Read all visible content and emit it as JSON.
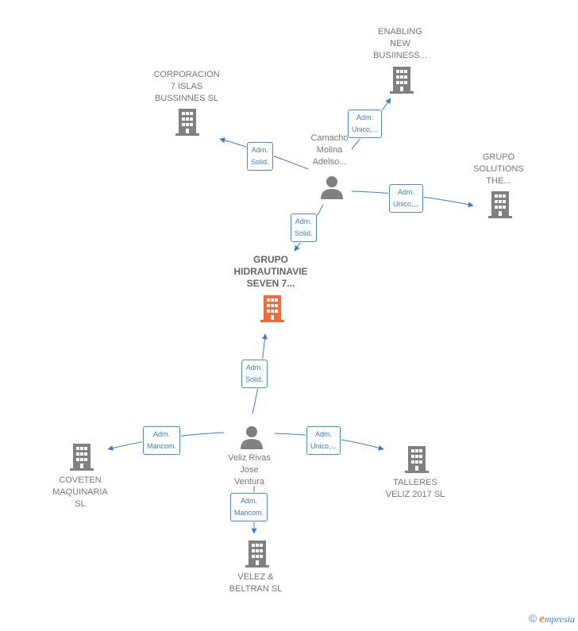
{
  "colors": {
    "building": "#808080",
    "building_main": "#f26a3b",
    "person": "#808080",
    "edge": "#3d7cc9"
  },
  "nodes": {
    "corporacion": {
      "lines": [
        "CORPORACION",
        "7 ISLAS",
        "BUSSINNES  SL"
      ],
      "icon": "building-icon"
    },
    "enabling": {
      "lines": [
        "ENABLING",
        "NEW",
        "BUSIINESS..."
      ],
      "icon": "building-icon"
    },
    "camacho": {
      "lines": [
        "Camacho",
        "Molina",
        "Adelso..."
      ],
      "icon": "person-icon"
    },
    "grupo_solutions": {
      "lines": [
        "GRUPO",
        "SOLUTIONS",
        "THE..."
      ],
      "icon": "building-icon"
    },
    "grupo_hidraut": {
      "lines": [
        "GRUPO",
        "HIDRAUTINAVIE",
        "SEVEN 7..."
      ],
      "icon": "building-icon"
    },
    "veliz": {
      "lines": [
        "Veliz Rivas",
        "Jose",
        "Ventura"
      ],
      "icon": "person-icon"
    },
    "coveten": {
      "lines": [
        "COVETEN",
        "MAQUINARIA",
        "SL"
      ],
      "icon": "building-icon"
    },
    "talleres": {
      "lines": [
        "TALLERES",
        "VELIZ 2017  SL"
      ],
      "icon": "building-icon"
    },
    "velez": {
      "lines": [
        "VELEZ &",
        "BELTRAN  SL"
      ],
      "icon": "building-icon"
    }
  },
  "edges": [
    {
      "id": "camacho-enabling",
      "lines": [
        "Adm.",
        "Unico,..."
      ]
    },
    {
      "id": "camacho-corporacion",
      "lines": [
        "Adm.",
        "Solid."
      ]
    },
    {
      "id": "camacho-solutions",
      "lines": [
        "Adm.",
        "Unico,..."
      ]
    },
    {
      "id": "camacho-hidraut",
      "lines": [
        "Adm.",
        "Solid."
      ]
    },
    {
      "id": "veliz-hidraut",
      "lines": [
        "Adm.",
        "Solid."
      ]
    },
    {
      "id": "veliz-coveten",
      "lines": [
        "Adm.",
        "Mancom."
      ]
    },
    {
      "id": "veliz-talleres",
      "lines": [
        "Adm.",
        "Unico,..."
      ]
    },
    {
      "id": "veliz-velez",
      "lines": [
        "Adm.",
        "Mancom."
      ]
    }
  ],
  "footer": {
    "copyright": "©",
    "brand_first": "e",
    "brand_rest": "mpresia"
  }
}
